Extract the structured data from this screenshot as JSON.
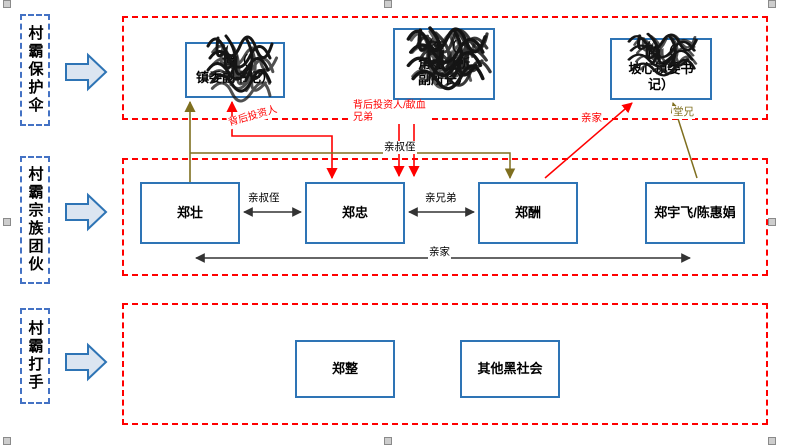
{
  "colors": {
    "dashed_frame_red": "#ff0000",
    "box_border_blue": "#2e74b5",
    "label_dash_blue": "#4472c4",
    "relation_red": "#ff0000",
    "relation_olive": "#7f6f1f"
  },
  "left_panels": [
    {
      "label": "村霸保护伞"
    },
    {
      "label": "村霸宗族团伙"
    },
    {
      "label": "村霸打手"
    }
  ],
  "top_boxes": [
    {
      "lines": [
        "谭（",
        "镇委副书记）"
      ],
      "redacted": true
    },
    {
      "lines": [
        "李（",
        "角虚（所",
        "副所长）"
      ],
      "redacted": true
    },
    {
      "lines": [
        "陈（",
        "坡心镇委书记）"
      ],
      "redacted": true
    }
  ],
  "middle_boxes": [
    {
      "lines": [
        "郑壮"
      ]
    },
    {
      "lines": [
        "郑忠"
      ]
    },
    {
      "lines": [
        "郑酬"
      ]
    },
    {
      "lines": [
        "郑宇飞/陈惠娟"
      ]
    }
  ],
  "bottom_boxes": [
    {
      "lines": [
        "郑整"
      ]
    },
    {
      "lines": [
        "其他黑社会"
      ]
    }
  ],
  "relations": {
    "investor_left": "背后投资人",
    "investor_mid": "背后投资人/歃血兄弟",
    "uncle_nephew_upper": "亲叔侄",
    "uncle_nephew": "亲叔侄",
    "brothers": "亲兄弟",
    "inlaw_upper": "亲家",
    "cousin": "堂兄",
    "inlaw_lower": "亲家"
  }
}
